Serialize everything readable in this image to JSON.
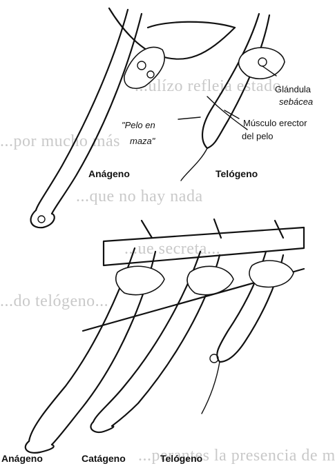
{
  "background_text": [
    "...ulízo refleja estado",
    "...por mucho más",
    "...que no hay nada",
    "...ue secreta...",
    "...do telógeno...",
    "...perantes la presencia de melanina"
  ],
  "top_figure": {
    "labels": {
      "glandula_line1": "Glándula",
      "glandula_line2": "sebácea",
      "musculo_line1": "Músculo erector",
      "musculo_line2": "del pelo",
      "pelo_line1": "\"Pelo en",
      "pelo_line2": "maza\"",
      "anagen": "Anágeno",
      "telogen": "Telógeno"
    }
  },
  "bottom_figure": {
    "labels": {
      "anagen": "Anágeno",
      "catagen": "Catágeno",
      "telogen": "Telógeno"
    }
  }
}
